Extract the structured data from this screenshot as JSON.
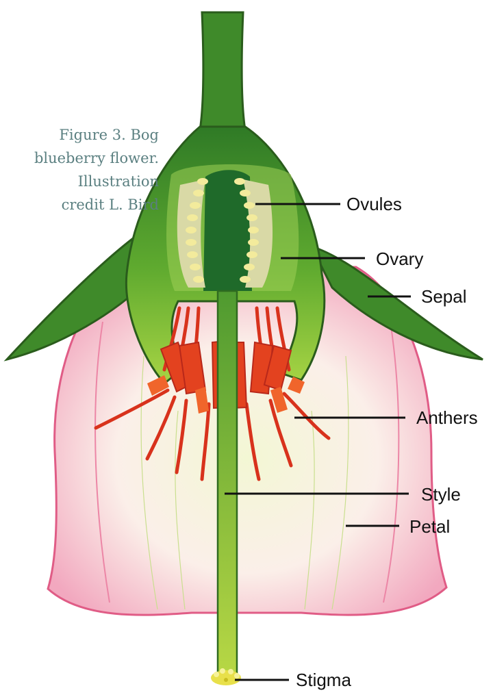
{
  "caption": {
    "line1": "Figure 3. Bog",
    "line2": "blueberry flower.",
    "line3": "Illustration",
    "line4": "credit L. Bird"
  },
  "labels": {
    "ovules": "Ovules",
    "ovary": "Ovary",
    "sepal": "Sepal",
    "anthers": "Anthers",
    "style": "Style",
    "petal": "Petal",
    "stigma": "Stigma"
  },
  "colors": {
    "stem_dark": "#2f6b1f",
    "stem_mid": "#3f8a2a",
    "ovary_light": "#8cc63a",
    "ovary_cavity": "#a6d15a",
    "ovule": "#f3eb9c",
    "petal_edge": "#e05c86",
    "petal_inner": "#fdf1ee",
    "petal_core": "#eef5cf",
    "anther_red": "#d8321c",
    "anther_orange": "#f0652b",
    "style_green": "#6fa832",
    "stigma_yellow": "#e8e04a"
  }
}
